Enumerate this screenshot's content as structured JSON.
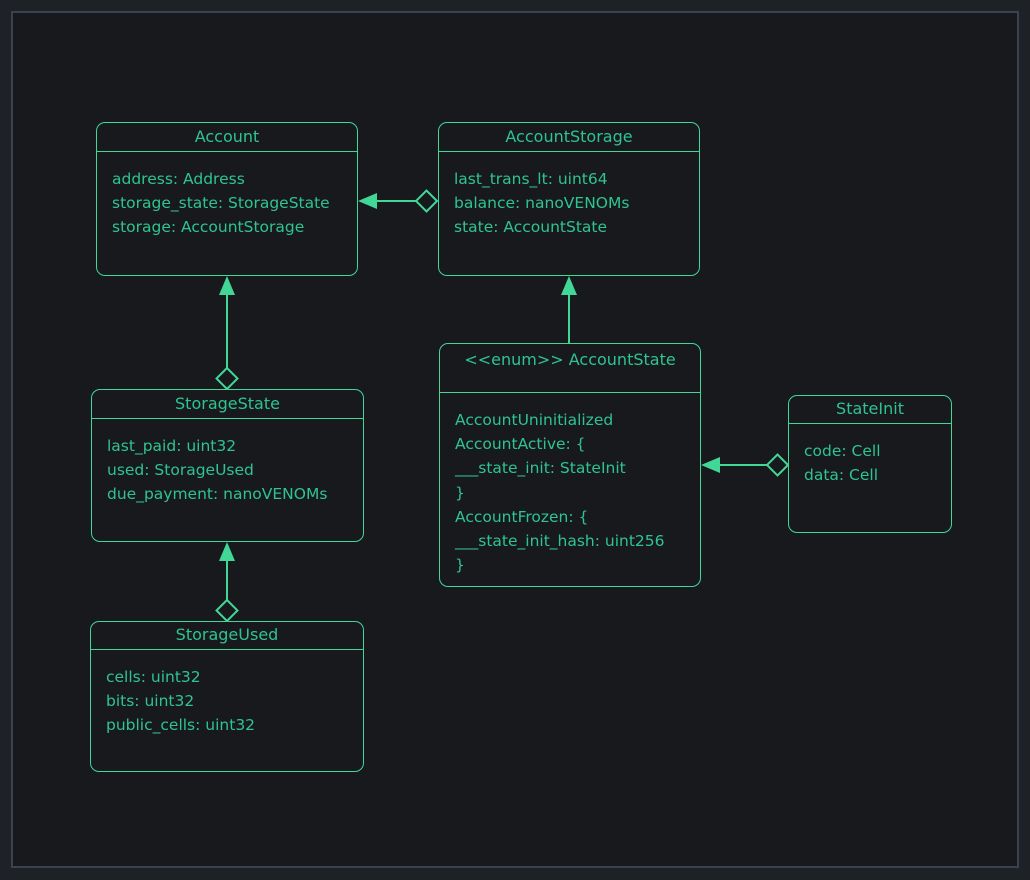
{
  "theme": {
    "page_bg": "#1e2126",
    "canvas_bg": "#17191d",
    "frame_border": "#3a4150",
    "accent_stroke": "#41d796",
    "accent_text": "#2fc48f"
  },
  "diagram": {
    "type": "uml-class-diagram",
    "classes": [
      {
        "id": "account",
        "title": "Account",
        "members": [
          "address: Address",
          "storage_state: StorageState",
          "storage: AccountStorage"
        ]
      },
      {
        "id": "account-storage",
        "title": "AccountStorage",
        "members": [
          "last_trans_lt: uint64",
          "balance: nanoVENOMs",
          "state: AccountState"
        ]
      },
      {
        "id": "account-state",
        "title": "<<enum>> AccountState",
        "members": [
          "AccountUninitialized",
          "AccountActive: {",
          "___state_init: StateInit",
          "}",
          "AccountFrozen: {",
          "___state_init_hash: uint256",
          "}"
        ]
      },
      {
        "id": "state-init",
        "title": "StateInit",
        "members": [
          "code: Cell",
          "data: Cell"
        ]
      },
      {
        "id": "storage-state",
        "title": "StorageState",
        "members": [
          "last_paid: uint32",
          "used: StorageUsed",
          "due_payment: nanoVENOMs"
        ]
      },
      {
        "id": "storage-used",
        "title": "StorageUsed",
        "members": [
          "cells: uint32",
          "bits: uint32",
          "public_cells: uint32"
        ]
      }
    ],
    "relations": [
      {
        "from": "AccountStorage",
        "to": "Account",
        "style": "open-diamond-to-solid-arrow",
        "direction": "left"
      },
      {
        "from": "StorageState",
        "to": "Account",
        "style": "open-diamond-to-solid-arrow",
        "direction": "up"
      },
      {
        "from": "StorageUsed",
        "to": "StorageState",
        "style": "open-diamond-to-solid-arrow",
        "direction": "up"
      },
      {
        "from": "AccountState",
        "to": "AccountStorage",
        "style": "solid-arrow",
        "direction": "up"
      },
      {
        "from": "StateInit",
        "to": "AccountState",
        "style": "open-diamond-to-solid-arrow",
        "direction": "left"
      }
    ]
  }
}
